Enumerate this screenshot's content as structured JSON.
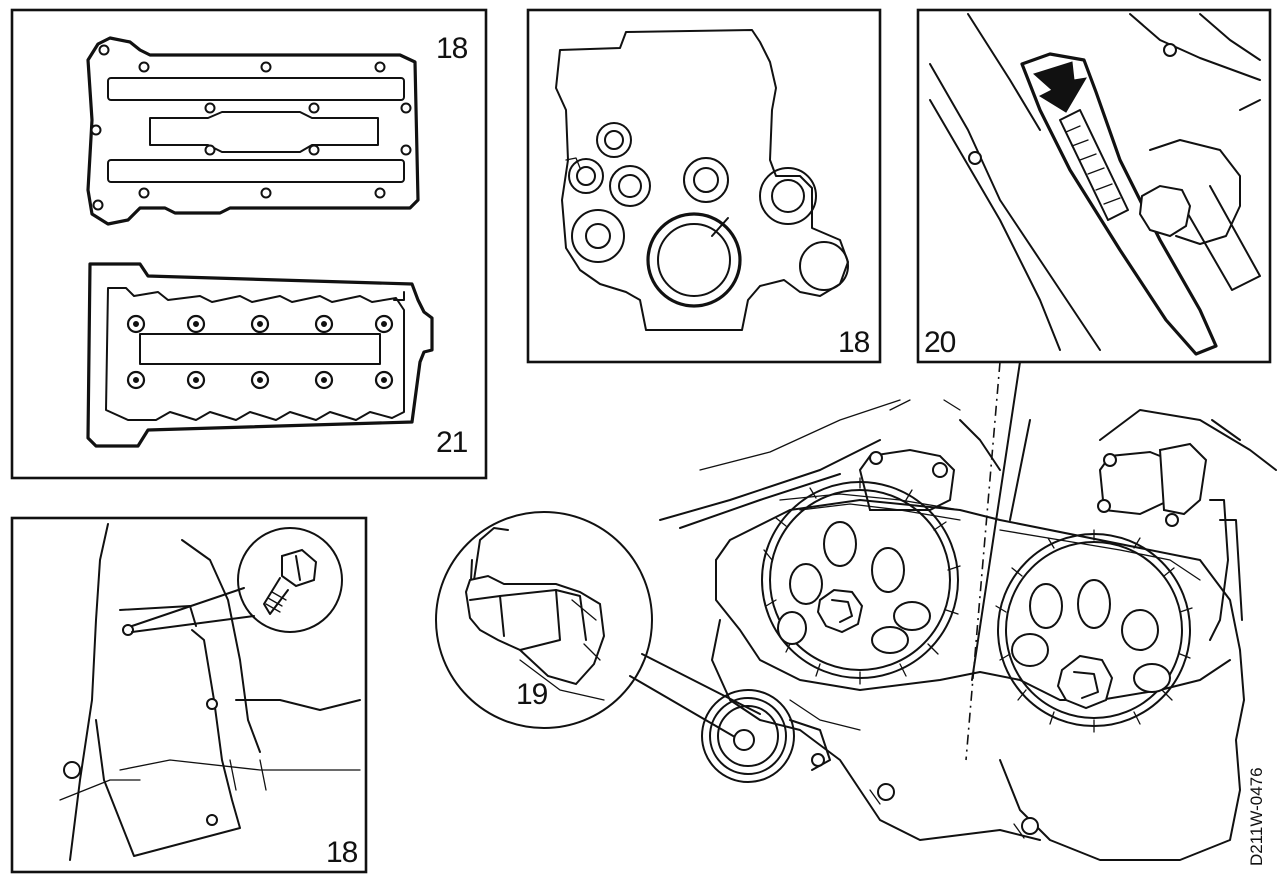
{
  "labels": {
    "panel_top_left_upper": "18",
    "panel_top_left_lower": "21",
    "panel_top_middle": "18",
    "panel_top_right": "20",
    "panel_bottom_left": "18",
    "callout_circle": "19"
  },
  "figure_code": "D211W-0476"
}
